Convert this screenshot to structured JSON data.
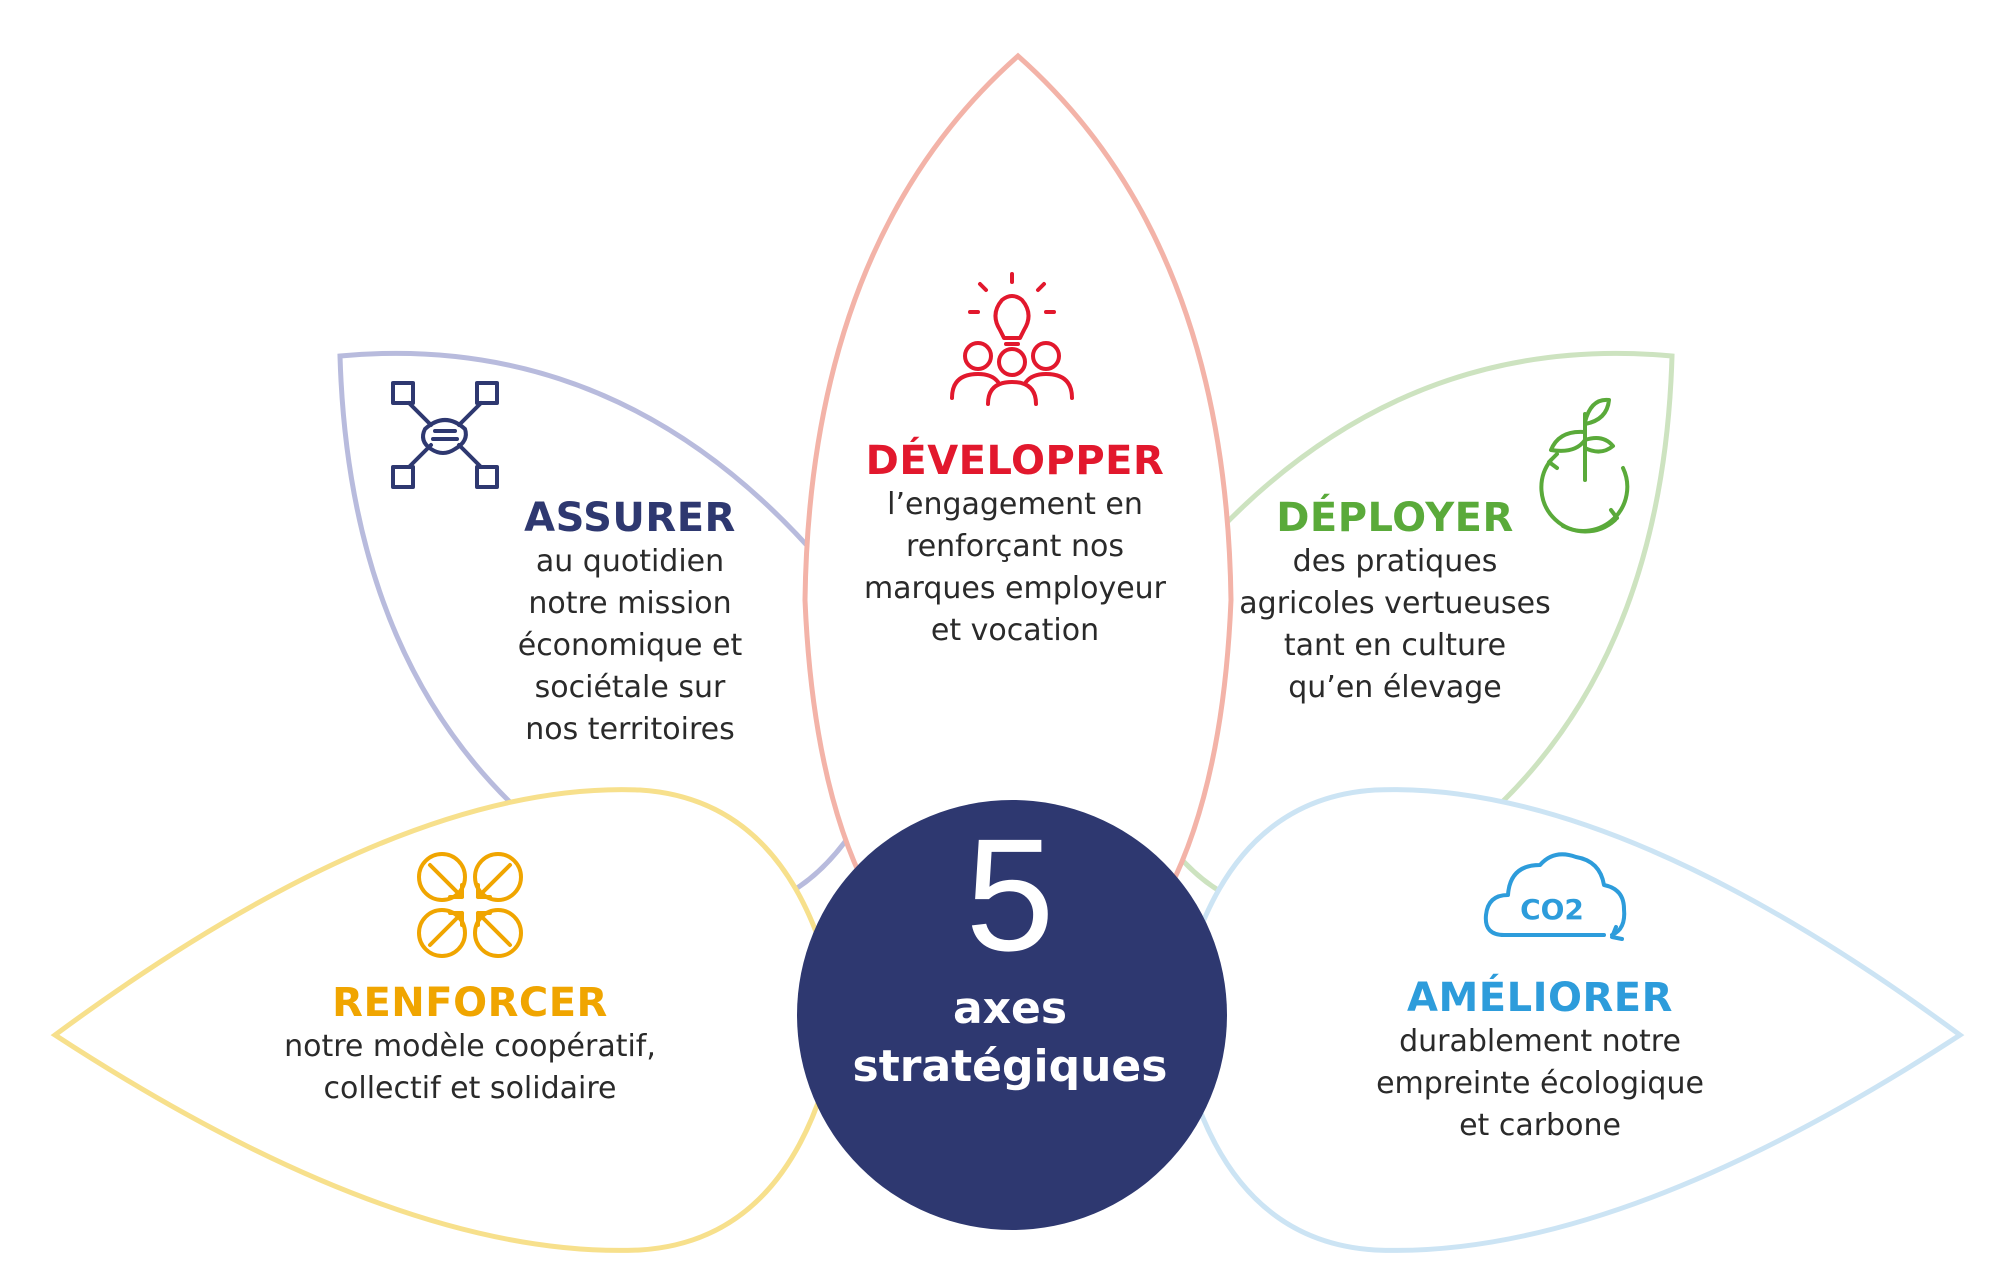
{
  "colors": {
    "navy": "#2e3870",
    "red": "#e2182d",
    "green": "#5aaa3a",
    "yellow": "#f0a500",
    "blue": "#2d9cdb",
    "petal_navy": "#b8bbdd",
    "petal_red": "#f3b3a8",
    "petal_green": "#cde3c0",
    "petal_yellow": "#f7e08c",
    "petal_blue": "#cce4f4"
  },
  "center": {
    "number": "5",
    "line1": "axes",
    "line2": "stratégiques"
  },
  "axes": [
    {
      "key": "assurer",
      "title": "ASSURER",
      "icon": "hands-together-icon",
      "lines": [
        "au quotidien",
        "notre mission",
        "économique et",
        "sociétale sur",
        "nos territoires"
      ]
    },
    {
      "key": "developper",
      "title": "DÉVELOPPER",
      "icon": "team-idea-icon",
      "lines": [
        "l’engagement en",
        "renforçant nos",
        "marques employeur",
        "et vocation"
      ]
    },
    {
      "key": "deployer",
      "title": "DÉPLOYER",
      "icon": "plant-cycle-icon",
      "lines": [
        "des pratiques",
        "agricoles vertueuses",
        "tant en culture",
        "qu’en élevage"
      ]
    },
    {
      "key": "renforcer",
      "title": "RENFORCER",
      "icon": "converging-circles-icon",
      "lines": [
        "notre modèle coopératif,",
        "collectif et solidaire"
      ]
    },
    {
      "key": "ameliorer",
      "title": "AMÉLIORER",
      "icon": "co2-cloud-icon",
      "icon_text": "CO2",
      "lines": [
        "durablement notre",
        "empreinte écologique",
        "et carbone"
      ]
    }
  ]
}
